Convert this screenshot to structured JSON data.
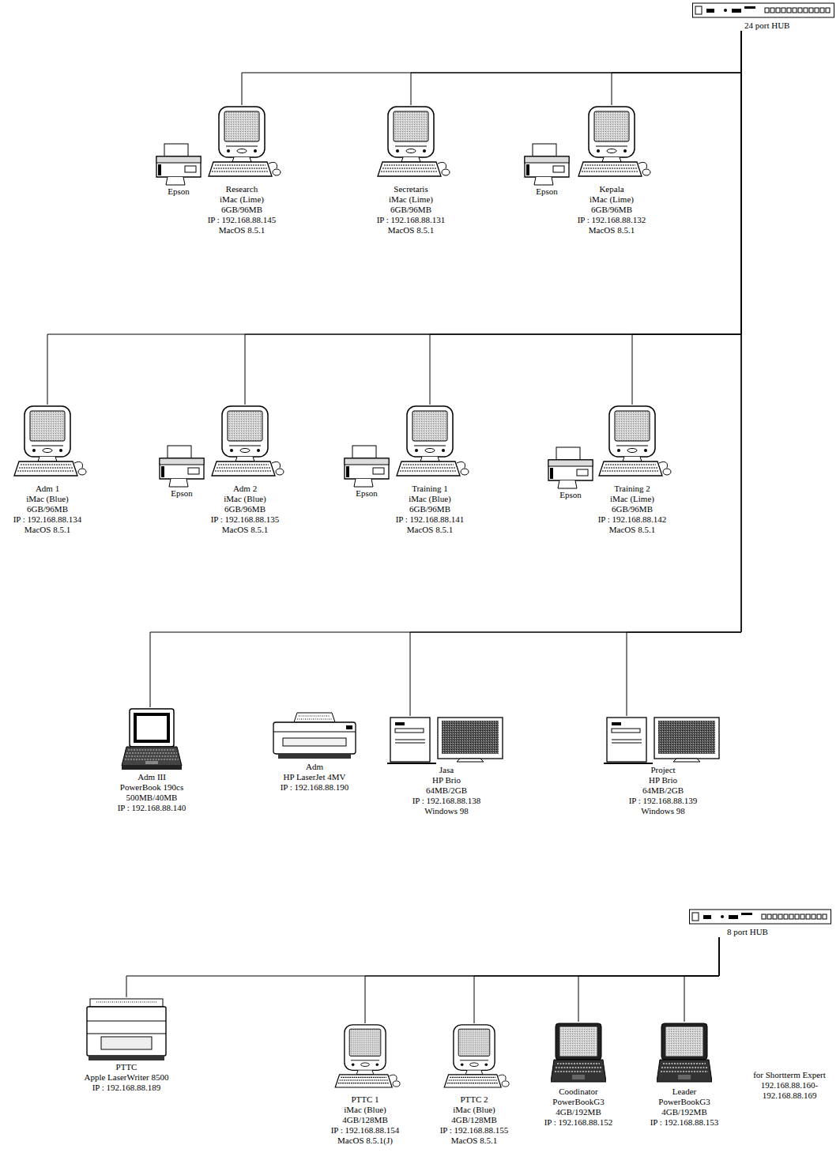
{
  "diagram": {
    "nodes": [
      {
        "text": [
          "24 port HUB"
        ]
      },
      {
        "text": [
          "Epson"
        ]
      },
      {
        "text": [
          "Research",
          "iMac (Lime)",
          "6GB/96MB",
          "IP : 192.168.88.145",
          "MacOS 8.5.1"
        ]
      },
      {
        "text": [
          "Secretaris",
          "iMac (Lime)",
          "6GB/96MB",
          "IP : 192.168.88.131",
          "MacOS 8.5.1"
        ]
      },
      {
        "text": [
          "Epson"
        ]
      },
      {
        "text": [
          "Kepala",
          "iMac (Lime)",
          "6GB/96MB",
          "IP : 192.168.88.132",
          "MacOS 8.5.1"
        ]
      },
      {
        "text": [
          "Adm 1",
          "iMac (Blue)",
          "6GB/96MB",
          "IP : 192.168.88.134",
          "MacOS 8.5.1"
        ]
      },
      {
        "text": [
          "Epson"
        ]
      },
      {
        "text": [
          "Adm 2",
          "iMac (Blue)",
          "6GB/96MB",
          "IP : 192.168.88.135",
          "MacOS 8.5.1"
        ]
      },
      {
        "text": [
          "Epson"
        ]
      },
      {
        "text": [
          "Training 1",
          "iMac (Blue)",
          "6GB/96MB",
          "IP : 192.168.88.141",
          "MacOS 8.5.1"
        ]
      },
      {
        "text": [
          "Epson"
        ]
      },
      {
        "text": [
          "Training 2",
          "iMac (Lime)",
          "6GB/96MB",
          "IP : 192.168.88.142",
          "MacOS 8.5.1"
        ]
      },
      {
        "text": [
          "Adm III",
          "PowerBook 190cs",
          "500MB/40MB",
          "IP : 192.168.88.140"
        ]
      },
      {
        "text": [
          "Adm",
          "HP LaserJet 4MV",
          "IP : 192.168.88.190"
        ]
      },
      {
        "text": [
          "Jasa",
          "HP Brio",
          "64MB/2GB",
          "IP : 192.168.88.138",
          "Windows 98"
        ]
      },
      {
        "text": [
          "Project",
          "HP Brio",
          "64MB/2GB",
          "IP : 192.168.88.139",
          "Windows 98"
        ]
      },
      {
        "text": [
          "8 port HUB"
        ]
      },
      {
        "text": [
          "PTTC",
          "Apple LaserWriter 8500",
          "IP : 192.168.88.189"
        ]
      },
      {
        "text": [
          "PTTC 1",
          "iMac (Blue)",
          "4GB/128MB",
          "IP : 192.168.88.154",
          "MacOS 8.5.1(J)"
        ]
      },
      {
        "text": [
          "PTTC 2",
          "iMac (Blue)",
          "4GB/128MB",
          "IP : 192.168.88.155",
          "MacOS 8.5.1"
        ]
      },
      {
        "text": [
          "Coodinator",
          "PowerBookG3",
          "4GB/192MB",
          "IP : 192.168.88.152"
        ]
      },
      {
        "text": [
          "Leader",
          "PowerBookG3",
          "4GB/192MB",
          "IP : 192.168.88.153"
        ]
      }
    ],
    "edges": [
      {
        "from": 0,
        "to": 2,
        "arrow": "none"
      },
      {
        "from": 0,
        "to": 3,
        "arrow": "none"
      },
      {
        "from": 0,
        "to": 5,
        "arrow": "none"
      },
      {
        "from": 0,
        "to": 6,
        "arrow": "none"
      },
      {
        "from": 0,
        "to": 8,
        "arrow": "none"
      },
      {
        "from": 0,
        "to": 10,
        "arrow": "none"
      },
      {
        "from": 0,
        "to": 12,
        "arrow": "none"
      },
      {
        "from": 0,
        "to": 13,
        "arrow": "none"
      },
      {
        "from": 0,
        "to": 15,
        "arrow": "none"
      },
      {
        "from": 0,
        "to": 16,
        "arrow": "none"
      },
      {
        "from": 17,
        "to": 18,
        "arrow": "none"
      },
      {
        "from": 17,
        "to": 19,
        "arrow": "none"
      },
      {
        "from": 17,
        "to": 20,
        "arrow": "none"
      },
      {
        "from": 17,
        "to": 21,
        "arrow": "none"
      },
      {
        "from": 17,
        "to": 22,
        "arrow": "none"
      }
    ],
    "labels": [
      "for Shortterm Expert",
      "192.168.88.160-",
      "192.168.88.169"
    ]
  }
}
